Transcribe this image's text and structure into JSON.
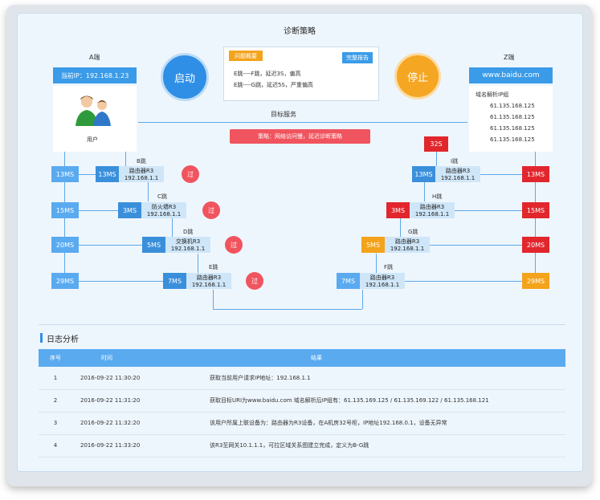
{
  "title": "诊断策略",
  "left_end": {
    "name": "A端",
    "ip_label": "当前IP：192.168.1.23",
    "user_label": "用户"
  },
  "right_end": {
    "name": "Z端",
    "domain": "www.baidu.com",
    "dns_title": "域名解析IP组",
    "dns_ips": [
      "61.135.168.125",
      "61.135.168.125",
      "61.135.168.125",
      "61.135.168.125"
    ]
  },
  "start_button": "启动",
  "stop_button": "停止",
  "problem": {
    "badge": "问题概要",
    "report_button": "完整报告",
    "lines": [
      "E跳----F跳，延迟3S，偏高",
      "E跳----G跳，延迟5S，严重偏高"
    ]
  },
  "target_service": "目标服务",
  "strategy": "策略：网络访问慢，延迟诊断策略",
  "pass_label": "过",
  "left_col": [
    "13MS",
    "15MS",
    "20MS",
    "29MS"
  ],
  "right_col": [
    "13MS",
    "15MS",
    "20MS",
    "29MS"
  ],
  "right_top": "32S",
  "left_hops": [
    {
      "name": "B跳",
      "delay": "13MS",
      "dev": "路由器R3",
      "ip": "192.168.1.1"
    },
    {
      "name": "C跳",
      "delay": "3MS",
      "dev": "防火墙R3",
      "ip": "192.168.1.1"
    },
    {
      "name": "D跳",
      "delay": "5MS",
      "dev": "交换机R3",
      "ip": "192.168.1.1"
    },
    {
      "name": "E跳",
      "delay": "7MS",
      "dev": "路由器R3",
      "ip": "192.168.1.1"
    }
  ],
  "right_hops": [
    {
      "name": "I跳",
      "delay": "13MS",
      "dev": "路由器R3",
      "ip": "192.168.1.1"
    },
    {
      "name": "H跳",
      "delay": "3MS",
      "dev": "路由器R3",
      "ip": "192.168.1.1"
    },
    {
      "name": "G跳",
      "delay": "5MS",
      "dev": "路由器R3",
      "ip": "192.168.1.1"
    },
    {
      "name": "F跳",
      "delay": "7MS",
      "dev": "路由器R3",
      "ip": "192.168.1.1"
    }
  ],
  "log": {
    "title": "日志分析",
    "headers": [
      "序号",
      "时间",
      "结果"
    ],
    "rows": [
      [
        "1",
        "2016-09-22 11:30:20",
        "获取当前用户请求IP地址：192.168.1.1"
      ],
      [
        "2",
        "2016-09-22 11:31:20",
        "获取目标URI为www.baidu.com 域名解析后IP组有：61.135.169.125 / 61.135.169.122 / 61.135.168.121"
      ],
      [
        "3",
        "2016-09-22 11:32:20",
        "该用户所属上联设备为：路由器为R3设备，在A机房32号柜，IP地址192.168.0.1，设备无异常"
      ],
      [
        "4",
        "2016-09-22 11:33:20",
        "该R3至网关10.1.1.1，可拉区域关系图建立完成，定义为B-G跳"
      ]
    ]
  },
  "colors": {
    "blue": "#5aaaf0",
    "dark_blue": "#3a8fdb",
    "red": "#e2262d",
    "orange": "#f4a31c",
    "start": "#2f8fe6",
    "stop": "#f5a623"
  }
}
